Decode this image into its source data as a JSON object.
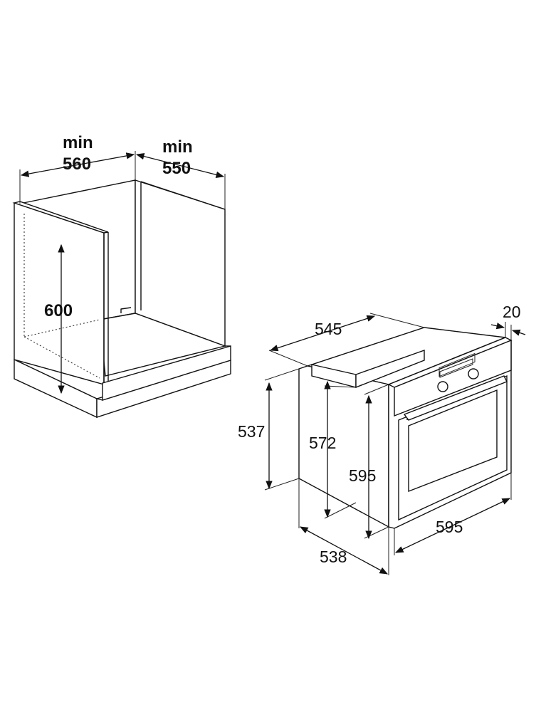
{
  "cabinet": {
    "width_label": "min\n560",
    "width_min": "min",
    "width_value": "560",
    "depth_min": "min",
    "depth_value": "550",
    "height_value": "600"
  },
  "oven": {
    "depth_top": "545",
    "front_thickness": "20",
    "side_height": "537",
    "inner_height": "572",
    "front_height": "595",
    "front_width": "595",
    "bottom_depth": "538"
  },
  "colors": {
    "line": "#111111",
    "shade": "#e9e9e9",
    "background": "#ffffff"
  }
}
